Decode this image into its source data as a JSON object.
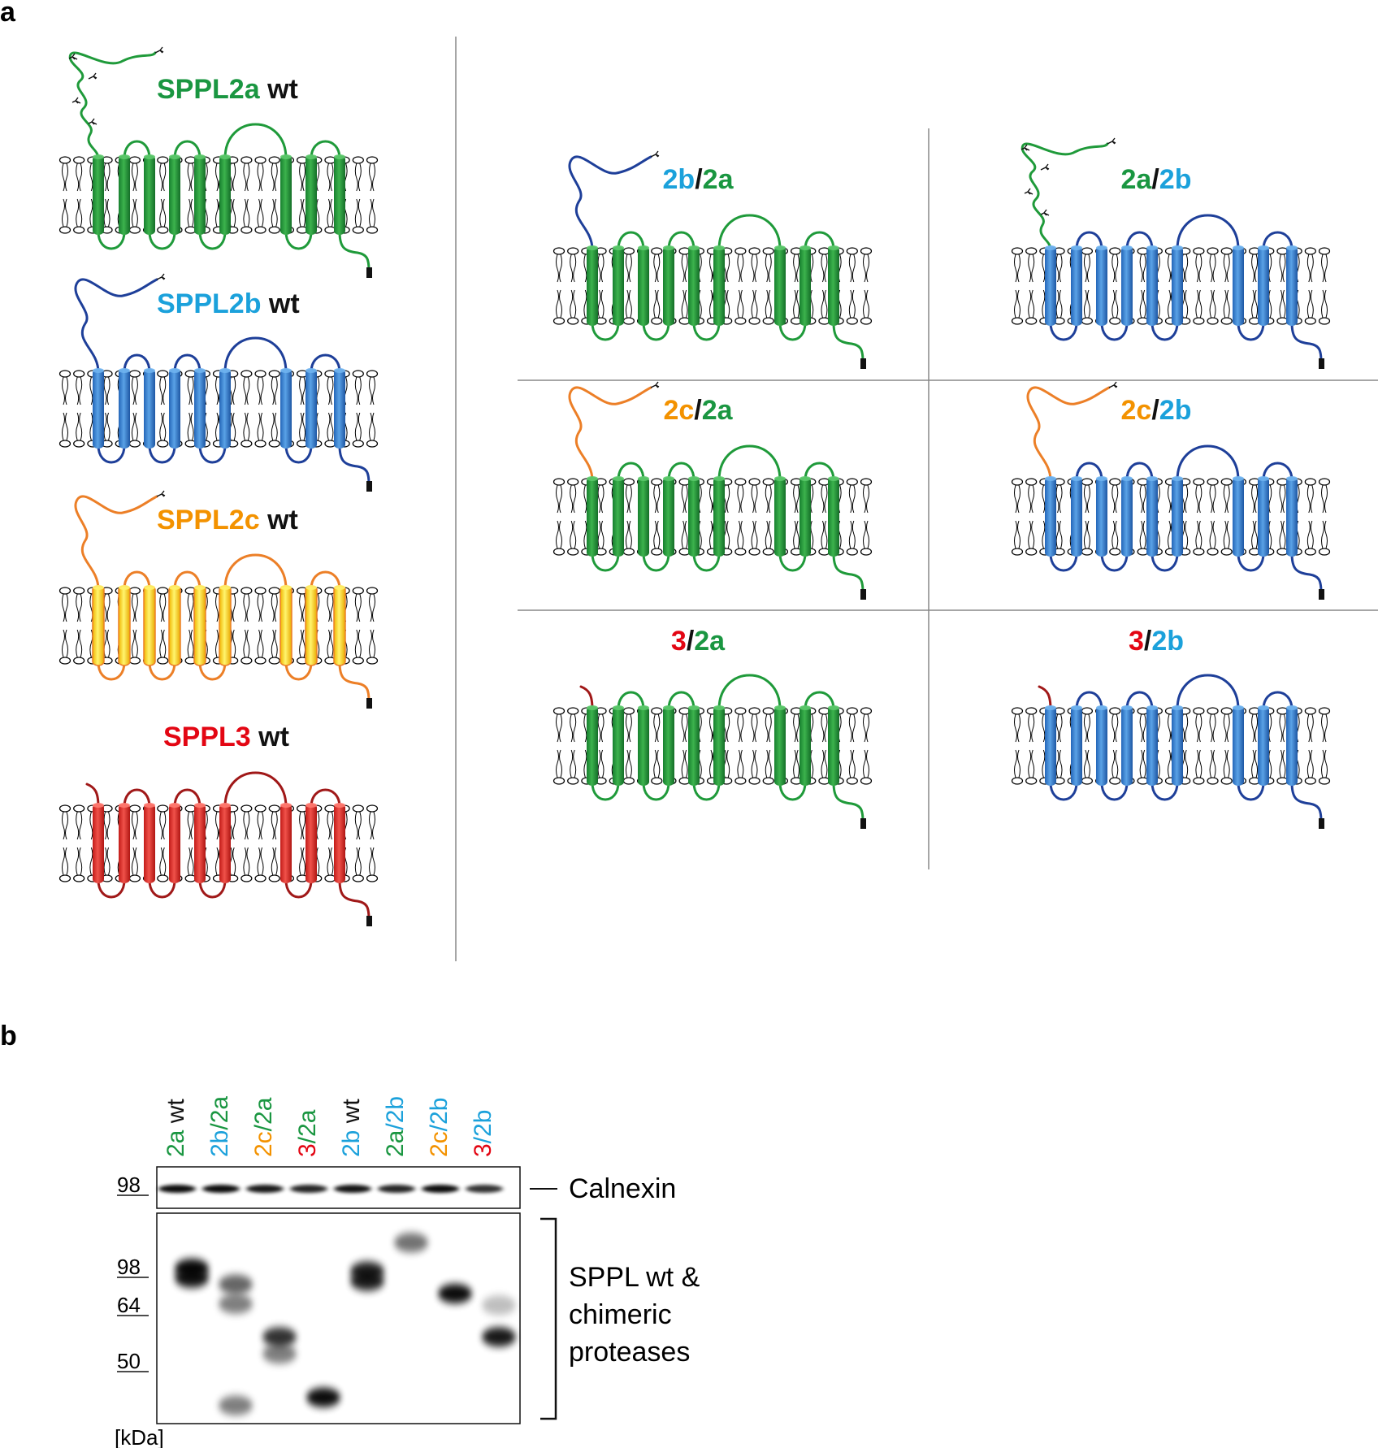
{
  "panel_a": {
    "letter": "a",
    "wt": [
      {
        "name": "SPPL2a",
        "suffix": " wt",
        "scheme": "green",
        "tail": "long"
      },
      {
        "name": "SPPL2b",
        "suffix": " wt",
        "scheme": "blue",
        "tail": "loop"
      },
      {
        "name": "SPPL2c",
        "suffix": " wt",
        "scheme": "yellow",
        "tail": "loop"
      },
      {
        "name": "SPPL3",
        "suffix": " wt",
        "scheme": "red",
        "tail": "short"
      }
    ],
    "chimeras": [
      {
        "donor": "2b",
        "sep": "/",
        "acceptor": "2a",
        "scheme": "green",
        "tail": "loop"
      },
      {
        "donor": "2a",
        "sep": "/",
        "acceptor": "2b",
        "scheme": "blue",
        "tail": "long"
      },
      {
        "donor": "2c",
        "sep": "/",
        "acceptor": "2a",
        "scheme": "green",
        "tail": "loop"
      },
      {
        "donor": "2c",
        "sep": "/",
        "acceptor": "2b",
        "scheme": "blue",
        "tail": "loop"
      },
      {
        "donor": "3",
        "sep": "/",
        "acceptor": "2a",
        "scheme": "green",
        "tail": "short"
      },
      {
        "donor": "3",
        "sep": "/",
        "acceptor": "2b",
        "scheme": "blue",
        "tail": "short"
      }
    ]
  },
  "panel_b": {
    "letter": "b",
    "lanes": [
      {
        "a": "2a",
        "b": " wt"
      },
      {
        "a": "2b",
        "b": "/2a"
      },
      {
        "a": "2c",
        "b": "/2a"
      },
      {
        "a": "3",
        "b": "/2a"
      },
      {
        "a": "2b",
        "b": " wt"
      },
      {
        "a": "2a",
        "b": "/2b"
      },
      {
        "a": "2c",
        "b": "/2b"
      },
      {
        "a": "3",
        "b": "/2b"
      }
    ],
    "markers_top": [
      "98"
    ],
    "markers_bottom": [
      "98",
      "64",
      "50"
    ],
    "unit": "[kDa]",
    "labels": {
      "calnexin": "Calnexin",
      "sppl": [
        "SPPL wt &",
        "chimeric",
        "proteases"
      ]
    }
  },
  "colors": {
    "SPPL2a": "#1a9641",
    "2a": "#1a9641",
    "SPPL2b": "#1ba1db",
    "2b": "#1ba1db",
    "SPPL2c": "#f39200",
    "2c": "#f39200",
    "SPPL3": "#e30613",
    "3": "#e30613",
    "wt": "#111111",
    "/": "#111111",
    "/2a": "#1a9641",
    "/2b": "#1ba1db",
    " wt": "#111111"
  },
  "schemes": {
    "green": {
      "fill": "#1f9a3a",
      "hi": "#5cc96b",
      "line": "#1f9a3a"
    },
    "blue": {
      "fill": "#2f7fcf",
      "hi": "#6fb2ee",
      "line": "#1e3f99"
    },
    "yellow": {
      "fill": "#f6c600",
      "hi": "#fff26a",
      "line": "#ec7f27"
    },
    "red": {
      "fill": "#de2b26",
      "hi": "#ff7a70",
      "line": "#a01818"
    }
  },
  "tail_colors": {
    "2a": "#1f9a3a",
    "2b": "#1e3f99",
    "2c": "#ec7f27",
    "3": "#a01818"
  },
  "bands": {
    "calnexin": [
      0.95,
      0.95,
      0.9,
      0.85,
      0.92,
      0.85,
      0.95,
      0.8
    ],
    "lane_bands": [
      [
        {
          "kda": 98,
          "i": 0.95
        },
        {
          "kda": 88,
          "i": 0.9
        }
      ],
      [
        {
          "kda": 82,
          "i": 0.6
        },
        {
          "kda": 66,
          "i": 0.5
        },
        {
          "kda": 38,
          "i": 0.5
        }
      ],
      [
        {
          "kda": 56,
          "i": 0.8
        },
        {
          "kda": 52,
          "i": 0.5
        }
      ],
      [
        {
          "kda": 40,
          "i": 0.95
        }
      ],
      [
        {
          "kda": 95,
          "i": 0.85
        },
        {
          "kda": 85,
          "i": 0.85
        }
      ],
      [
        {
          "kda": 120,
          "i": 0.55
        }
      ],
      [
        {
          "kda": 74,
          "i": 0.95
        }
      ],
      [
        {
          "kda": 56,
          "i": 0.9
        },
        {
          "kda": 65,
          "i": 0.25
        }
      ]
    ]
  }
}
